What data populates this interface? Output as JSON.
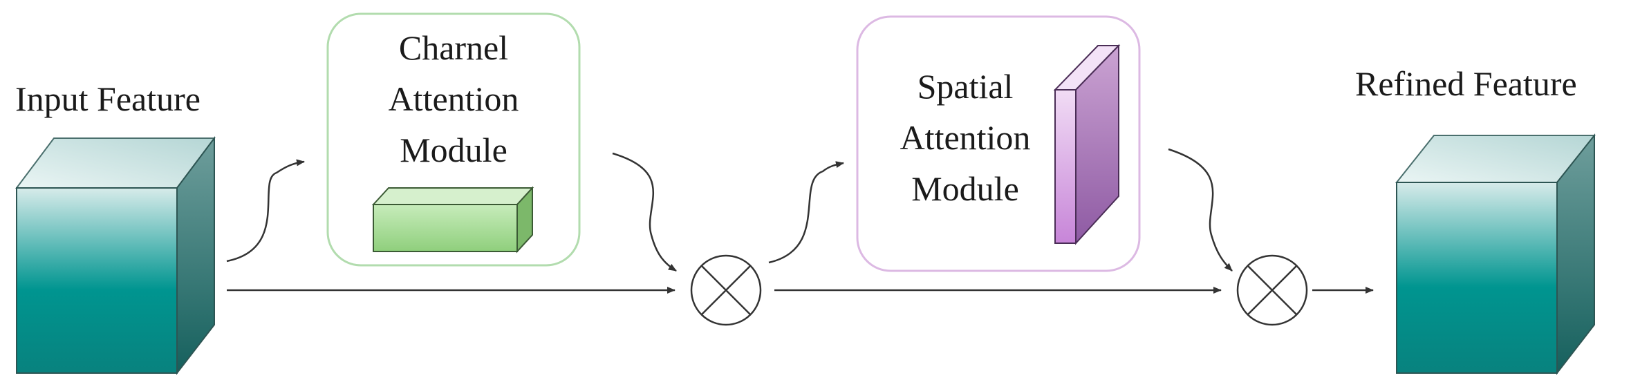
{
  "input_feature": {
    "label": "Input Feature"
  },
  "channel_module": {
    "lines": [
      "Charnel",
      "Attention",
      "Module"
    ]
  },
  "spatial_module": {
    "lines": [
      "Spatial",
      "Attention",
      "Module"
    ]
  },
  "refined_feature": {
    "label": "Refined Feature"
  },
  "colors": {
    "cube_front_top": "#cfe6e6",
    "cube_front_bottom": "#009490",
    "cube_top": "#d9ecec",
    "cube_side": "#2f6f6c",
    "channel_border": "#a9d9a4",
    "channel_block": "#9fd68f",
    "spatial_border": "#d8b4e0",
    "spatial_block": "#a06ab2",
    "line": "#333333"
  },
  "icons": {
    "multiply_1": "multiply-icon",
    "multiply_2": "multiply-icon"
  }
}
